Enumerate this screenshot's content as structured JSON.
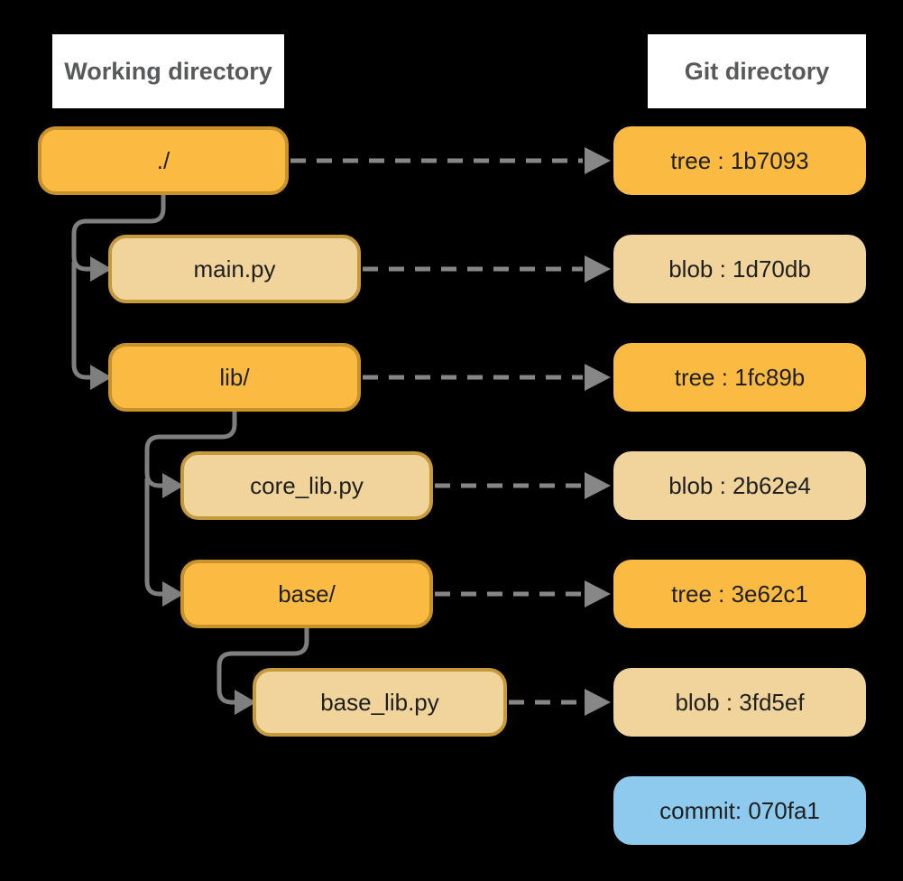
{
  "headers": {
    "working": "Working directory",
    "git": "Git directory"
  },
  "rows": [
    {
      "path": "./",
      "kind": "tree",
      "depth": 0,
      "git_object": "tree : 1b7093"
    },
    {
      "path": "main.py",
      "kind": "blob",
      "depth": 1,
      "git_object": "blob : 1d70db"
    },
    {
      "path": "lib/",
      "kind": "tree",
      "depth": 1,
      "git_object": "tree : 1fc89b"
    },
    {
      "path": "core_lib.py",
      "kind": "blob",
      "depth": 2,
      "git_object": "blob : 2b62e4"
    },
    {
      "path": "base/",
      "kind": "tree",
      "depth": 2,
      "git_object": "tree : 3e62c1"
    },
    {
      "path": "base_lib.py",
      "kind": "blob",
      "depth": 3,
      "git_object": "blob : 3fd5ef"
    }
  ],
  "commit": {
    "label": "commit: 070fa1"
  },
  "colors": {
    "background": "#000000",
    "tree_fill": "#fbbb43",
    "tree_border": "#c8922b",
    "blob_fill": "#f0d49c",
    "blob_border": "#c49a3a",
    "commit_fill": "#8dcaee",
    "connector_gray": "#7f7f7f",
    "dashed_arrow_gray": "#878787",
    "header_bg": "#ffffff",
    "header_text": "#58595b",
    "node_text": "#1f1f1f"
  }
}
